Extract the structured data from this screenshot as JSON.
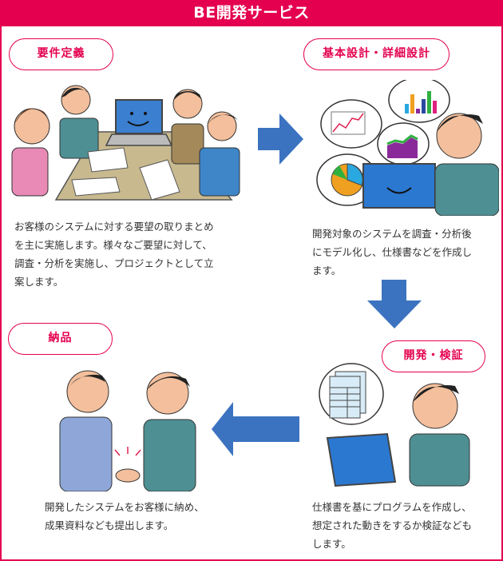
{
  "title": "BE開発サービス",
  "colors": {
    "accent": "#e4004f",
    "arrow": "#3b73c0"
  },
  "steps": [
    {
      "label": "要件定義",
      "description": [
        "お客様のシステムに対する要望の取りまとめ",
        "を主に実施します。様々なご要望に対して、",
        "調査・分析を実施し、プロジェクトとして立",
        "案します。"
      ],
      "illustration": "meeting-illustration"
    },
    {
      "label": "基本設計・詳細設計",
      "description": [
        "開発対象のシステムを調査・分析後",
        "にモデル化し、仕様書などを作成し",
        "ます。"
      ],
      "illustration": "design-illustration"
    },
    {
      "label": "開発・検証",
      "description": [
        "仕様書を基にプログラムを作成し、",
        "想定された動きをするか検証なども",
        "します。"
      ],
      "illustration": "development-illustration"
    },
    {
      "label": "納品",
      "description": [
        "開発したシステムをお客様に納め、",
        "成果資料なども提出します。"
      ],
      "illustration": "handshake-illustration"
    }
  ],
  "arrows": [
    "arrow-right-icon",
    "arrow-down-icon",
    "arrow-left-icon"
  ]
}
